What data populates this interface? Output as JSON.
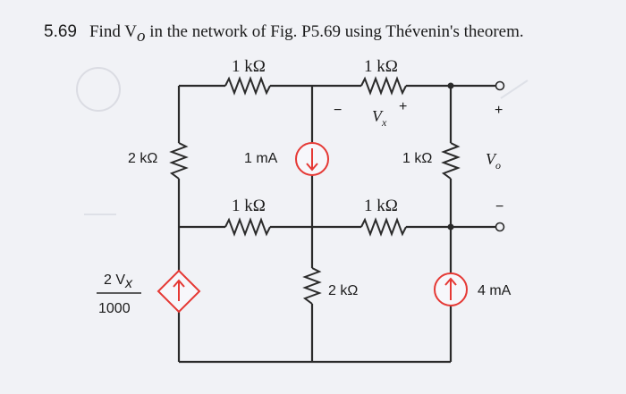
{
  "problem": {
    "number": "5.69",
    "text": "Find V",
    "text_sub": "o",
    "text_rest": " in the network of Fig. P5.69 using Thévenin's theorem."
  },
  "labels": {
    "r_top_left": "1 kΩ",
    "r_top_right": "1 kΩ",
    "r_left": "2 kΩ",
    "r_mid_left": "1 kΩ",
    "r_mid_right": "1 kΩ",
    "r_right": "1 kΩ",
    "r_center": "2 kΩ",
    "cs_center": "1 mA",
    "cs_right": "4 mA",
    "vx_minus": "−",
    "vx_plus": "+",
    "vx_symbol": "V",
    "vx_sub": "x",
    "vo_plus": "+",
    "vo_minus": "−",
    "vo_symbol": "V",
    "vo_sub": "o",
    "dep_num": "2 V",
    "dep_num_sub": "x",
    "dep_den": "1000"
  },
  "colors": {
    "source": "#e53935",
    "wire": "#2a2a2a",
    "background": "#f1f2f6"
  }
}
